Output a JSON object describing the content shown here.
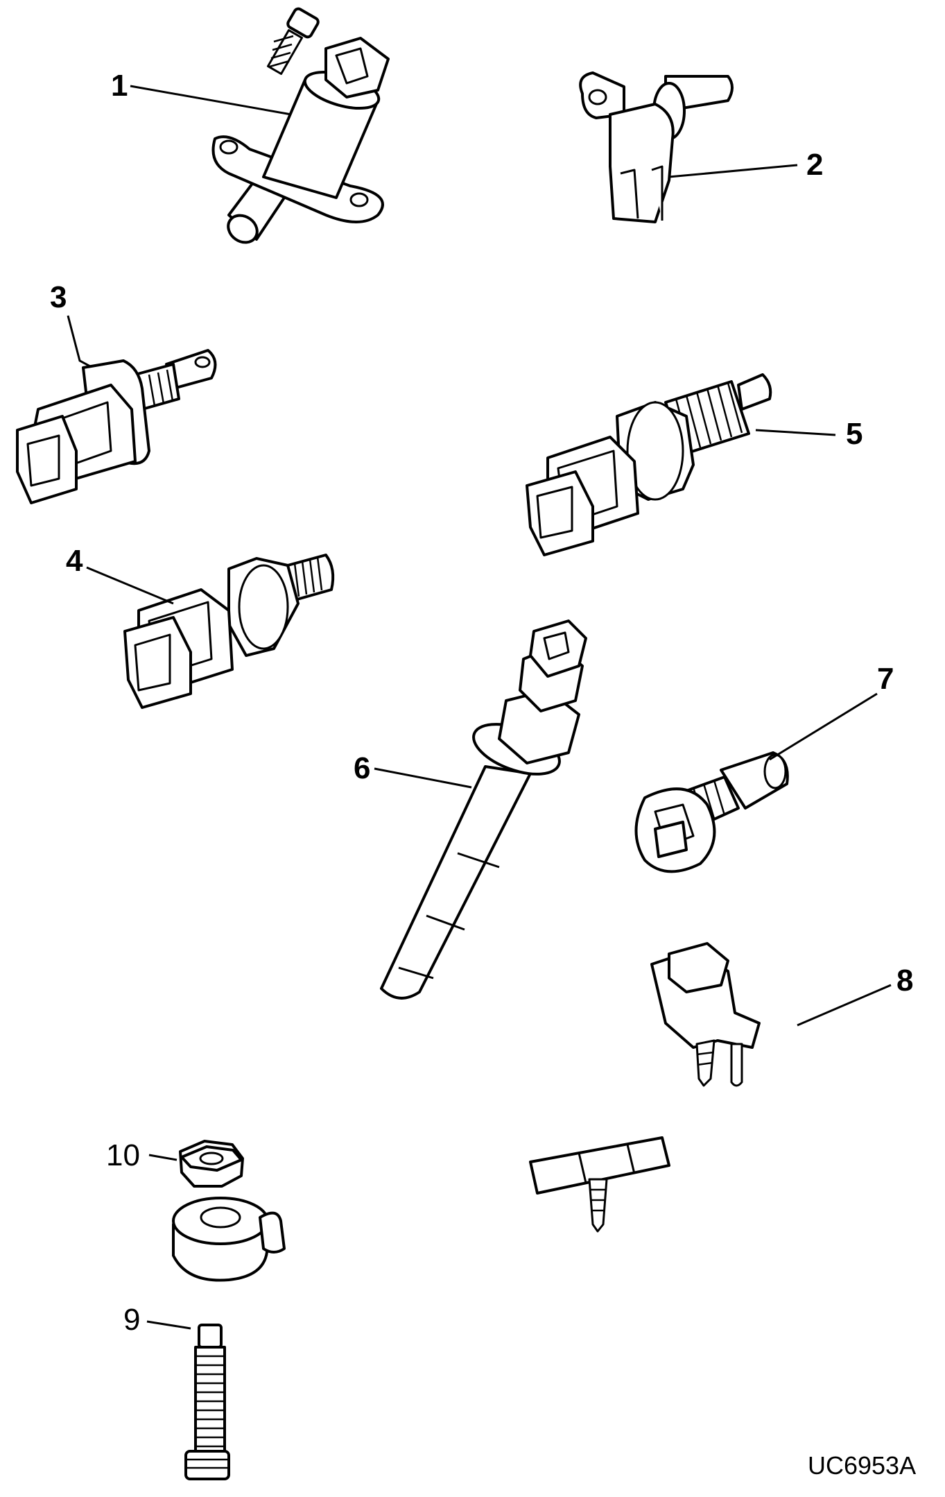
{
  "figure": {
    "reference_code": "UC6953A",
    "callouts": [
      "1",
      "2",
      "3",
      "4",
      "5",
      "6",
      "7",
      "8",
      "9",
      "10"
    ]
  }
}
